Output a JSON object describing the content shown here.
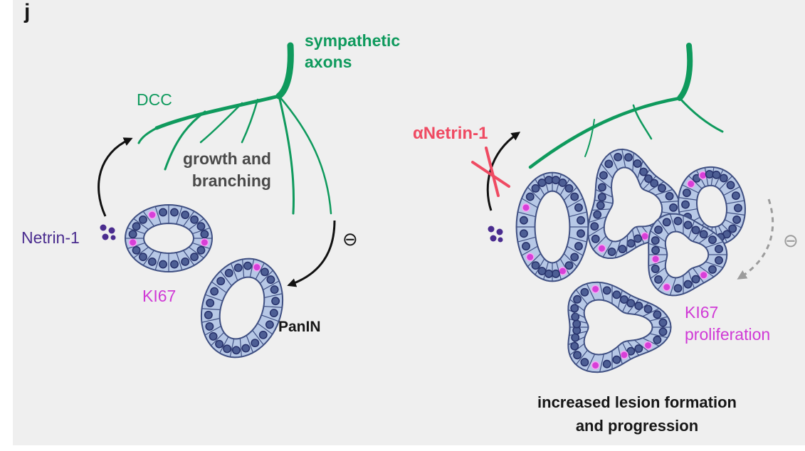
{
  "panel_letter": "j",
  "left": {
    "axons_label": "sympathetic\naxons",
    "receptor_label": "DCC",
    "growth_label": "growth and\nbranching",
    "ligand_label": "Netrin-1",
    "proliferation_marker": "KI67",
    "lesion_label": "PanIN",
    "inhibition_symbol": "⊖"
  },
  "right": {
    "antibody_label": "αNetrin-1",
    "proliferation_label": "KI67\nproliferation",
    "inhibition_symbol": "⊖",
    "outcome_label": "increased lesion formation\nand progression"
  },
  "colors": {
    "axon": "#0f9a5d",
    "cell_fill": "#b7c8e6",
    "cell_stroke": "#3f4f82",
    "nucleus": "#4d5e94",
    "ki67_nucleus": "#d83fd8",
    "netrin": "#4a2c8f",
    "block": "#ef4a62",
    "inhibition_dashed": "#9c9c9c"
  }
}
